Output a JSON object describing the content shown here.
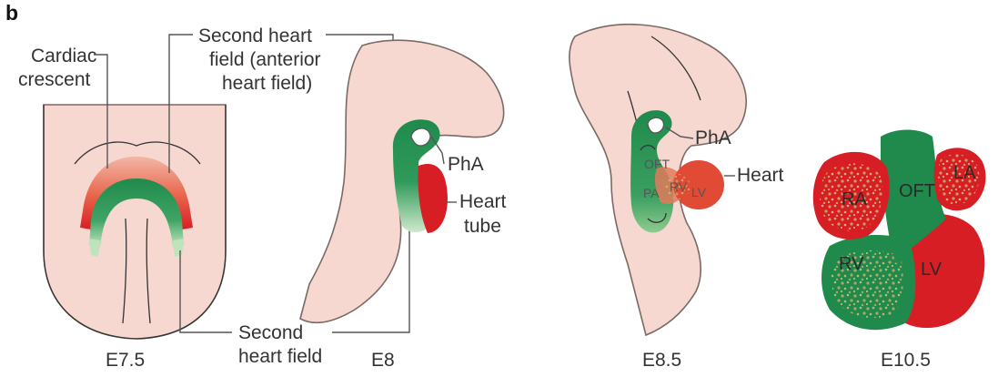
{
  "panel_label": "b",
  "labels": {
    "cardiac_crescent_1": "Cardiac",
    "cardiac_crescent_2": "crescent",
    "second_heart_field_top_1": "Second heart",
    "second_heart_field_top_2": "field (anterior",
    "second_heart_field_top_3": "heart field)",
    "second_heart_field_bottom_1": "Second",
    "second_heart_field_bottom_2": "heart field",
    "pha_e8": "PhA",
    "heart_tube_1": "Heart",
    "heart_tube_2": "tube",
    "pha_e85": "PhA",
    "heart_e85": "Heart",
    "oft_e85": "OFT",
    "rv_e85": "RV",
    "lv_e85": "LV",
    "pa_e85": "PA",
    "ra": "RA",
    "oft": "OFT",
    "la": "LA",
    "rv": "RV",
    "lv": "LV"
  },
  "stages": [
    "E7.5",
    "E8",
    "E8.5",
    "E10.5"
  ],
  "colors": {
    "tissue": "#f6d8d0",
    "second_heart_field_green": "#1f8a4c",
    "first_heart_field_red": "#d81e25",
    "crescent_orange": "#e8634a",
    "speckle_tan": "#c9a96a"
  }
}
